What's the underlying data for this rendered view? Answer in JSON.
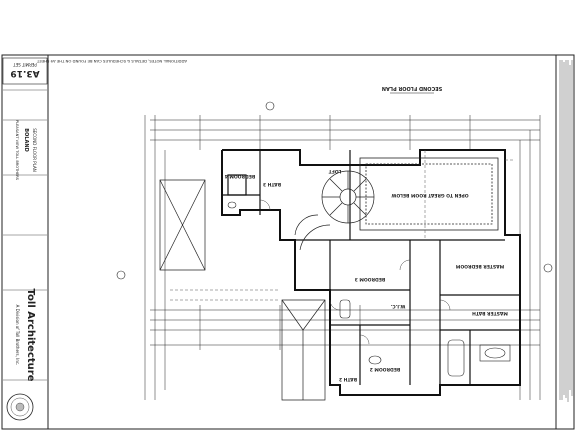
{
  "sheet": {
    "number": "A3.19",
    "plan_title": "SECOND FLOOR PLAN",
    "set_label": "PERMIT SET",
    "note": "ADDITIONAL NOTES, DETAILS & SCHEDULES CAN BE FOUND ON THE A9 SHEET",
    "project": "PLEASANT VIEW TOLL BROTHERS",
    "model": "BOLAND",
    "drawing": "SECOND FLOOR PLAN",
    "firm_name": "Toll Architecture",
    "firm_sub": "A Division of Toll Brothers, Inc."
  },
  "rooms": {
    "bedroom_4": "BEDROOM 4",
    "bath_3": "BATH 3",
    "loft": "LOFT",
    "open_to_great_room": "OPEN TO GREAT ROOM BELOW",
    "bedroom_3": "BEDROOM 3",
    "wic": "W.I.C.",
    "bedroom_2": "BEDROOM 2",
    "bath_2": "BATH 2",
    "master_bedroom": "MASTER BEDROOM",
    "master_bath": "MASTER BATH"
  },
  "colors": {
    "ink": "#222222",
    "hatch": "#555555",
    "paper": "#ffffff"
  }
}
